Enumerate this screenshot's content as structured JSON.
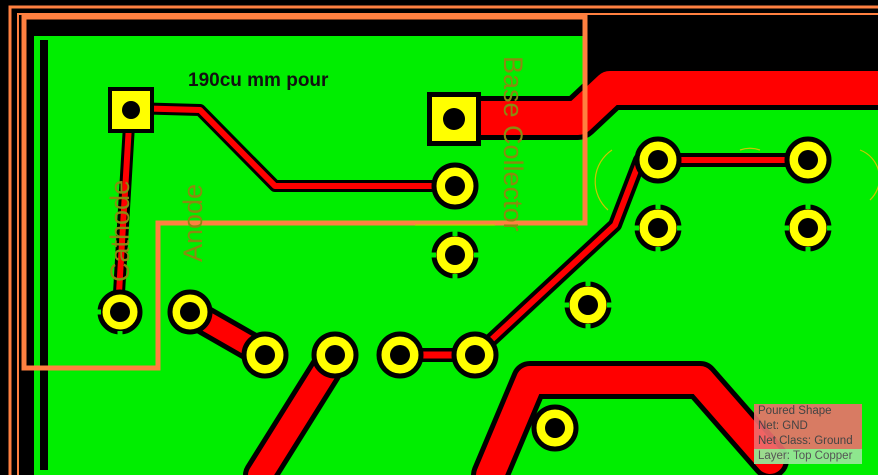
{
  "board": {
    "annotation": "190cu mm pour",
    "silkscreen": {
      "base_collector": "Base Collector",
      "cathode": "Cathode",
      "anode": "Anode"
    },
    "tooltip": {
      "title": "Poured Shape",
      "net": "Net: GND",
      "net_class": "Net Class: Ground",
      "layer": "Layer: Top Copper"
    },
    "colors": {
      "background": "#000000",
      "ground_pour": "#00ee00",
      "trace": "#ff0000",
      "pad": "#ffff00",
      "outline": "#ff8040",
      "silkscreen": "#8a8a10"
    }
  }
}
